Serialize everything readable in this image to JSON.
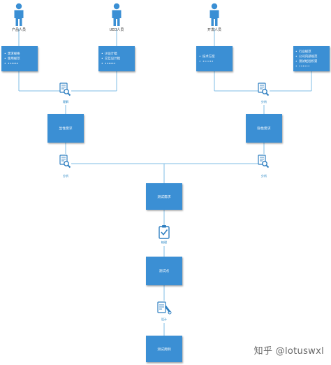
{
  "actors": [
    {
      "name": "产品人员"
    },
    {
      "name": "UED人员"
    },
    {
      "name": "开发人员"
    }
  ],
  "source_boxes": [
    {
      "items": [
        "需求规格",
        "使用规范",
        "••••••"
      ]
    },
    {
      "items": [
        "UI设计稿",
        "交互设计稿",
        "••••••"
      ]
    },
    {
      "items": [
        "技术方案",
        "••••••"
      ]
    },
    {
      "items": [
        "行业规范",
        "公司内部规范",
        "测试经验积累",
        "••••••"
      ]
    }
  ],
  "icon_labels": {
    "analysis_left_top": "理解",
    "analysis_right_top": "分析",
    "analysis_left_mid": "分析",
    "analysis_right_mid": "分析",
    "check": "梳理",
    "design": "设计"
  },
  "process_boxes": {
    "left_requirement": "显性需求",
    "right_requirement": "隐性需求",
    "test_requirement": "测试需求",
    "test_point": "测试点",
    "test_case": "测试用例"
  },
  "watermark": "知乎 @lotuswxl",
  "colors": {
    "box_fill": "#3a8fd4",
    "line": "#7fbde6",
    "actor": "#3a8fd4",
    "icon": "#2f7fc1"
  }
}
